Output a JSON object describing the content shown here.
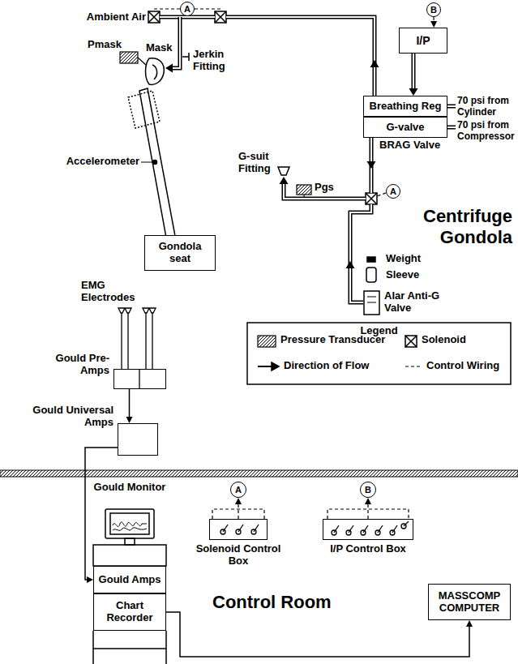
{
  "diagram": {
    "nodes": [
      {
        "text": [
          "I/P"
        ]
      },
      {
        "text": [
          "B"
        ]
      },
      {
        "text": [
          "A"
        ]
      },
      {
        "text": [
          "BRAG Valve"
        ]
      },
      {
        "text": [
          "Breathing Reg"
        ],
        "in": 3
      },
      {
        "text": [
          "G-valve"
        ],
        "in": 3
      },
      {
        "text": [
          "A"
        ]
      },
      {
        "text": [
          "Alar Anti-G Valve"
        ]
      },
      {
        "text": [
          "Gondola seat"
        ]
      },
      {
        "text": [
          "Gould Pre-Amps"
        ]
      },
      {
        "text": [
          "Gould Universal Amps"
        ]
      },
      {
        "text": [
          "Gould Monitor"
        ]
      },
      {
        "text": [
          "Gould Amps"
        ],
        "in": 11
      },
      {
        "text": [
          "Chart Recorder"
        ],
        "in": 11
      },
      {
        "text": [
          "A"
        ]
      },
      {
        "text": [
          "Solenoid Control Box"
        ]
      },
      {
        "text": [
          "B"
        ]
      },
      {
        "text": [
          "I/P Control Box"
        ]
      },
      {
        "text": [
          "MASSCOMP COMPUTER"
        ]
      }
    ],
    "edges": [
      {
        "from": 1,
        "to": 0,
        "arrow": "to"
      },
      {
        "from": 0,
        "to": 4,
        "arrow": "to"
      },
      {
        "from": 9,
        "to": 10,
        "arrow": "to"
      },
      {
        "from": 10,
        "to": 12,
        "arrow": "to"
      },
      {
        "from": 13,
        "to": 18,
        "arrow": "to"
      },
      {
        "from": 15,
        "to": 14,
        "arrow": "to"
      },
      {
        "from": 17,
        "to": 16,
        "arrow": "to"
      }
    ],
    "labels": [
      "Ambient Air",
      "Pmask",
      "Mask",
      "Jerkin Fitting",
      "Accelerometer",
      "EMG Electrodes",
      "70 psi from Cylinder",
      "70 psi from Compressor",
      "G-suit Fitting",
      "Pgs",
      "Weight",
      "Sleeve",
      "Centrifuge Gondola",
      "Legend",
      "Control Room"
    ],
    "legend": [
      {
        "text": "Pressure Transducer"
      },
      {
        "text": "Solenoid"
      },
      {
        "text": "Direction of Flow"
      },
      {
        "text": "Control Wiring"
      }
    ]
  }
}
